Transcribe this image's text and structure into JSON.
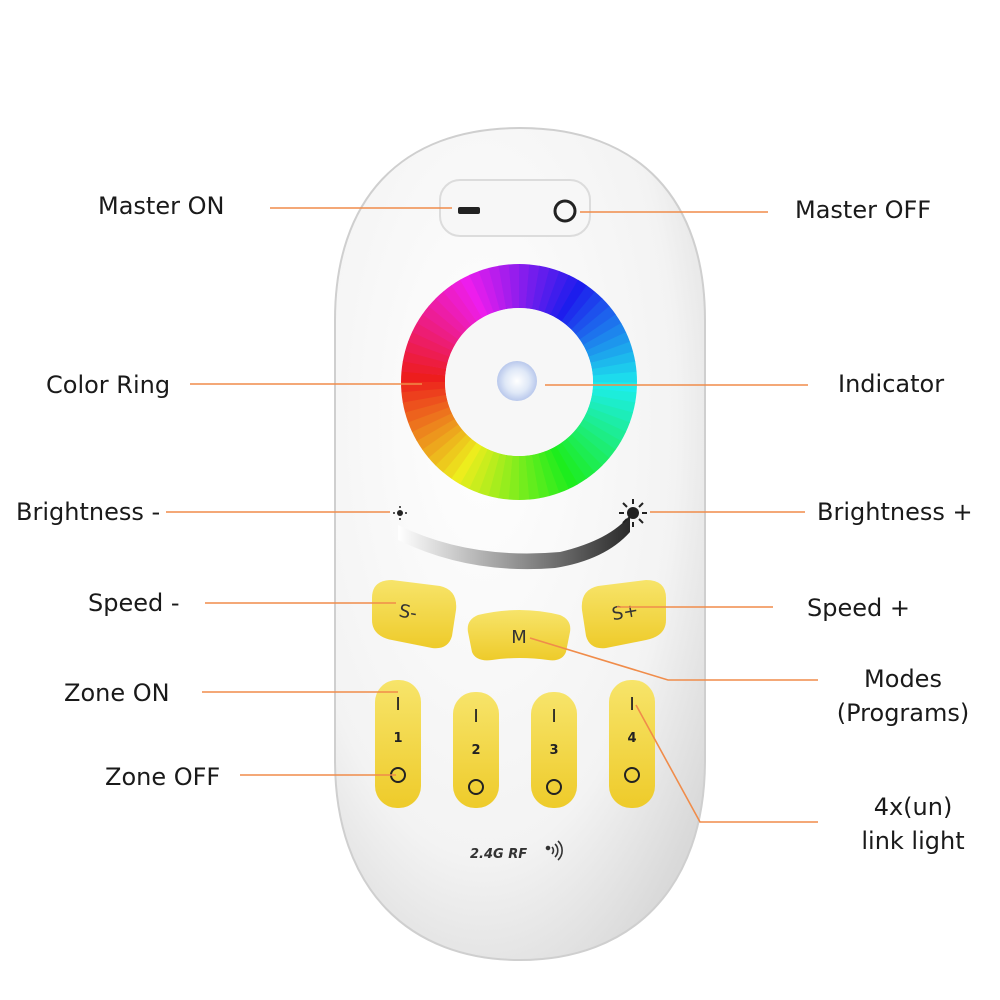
{
  "colors": {
    "remote_body": "#f2f2f2",
    "button_yellow": "#f2d23a",
    "leader_line": "#f08c4a",
    "text": "#1a1a1a"
  },
  "labels": {
    "master_on": "Master ON",
    "master_off": "Master OFF",
    "color_ring": "Color Ring",
    "indicator": "Indicator",
    "brightness_minus": "Brightness -",
    "brightness_plus": "Brightness +",
    "speed_minus": "Speed -",
    "speed_plus": "Speed +",
    "zone_on": "Zone ON",
    "zone_off": "Zone OFF",
    "modes_line1": "Modes",
    "modes_line2": "(Programs)",
    "link_line1": "4x(un)",
    "link_line2": "link light"
  },
  "remote": {
    "speed_minus_button": "S-",
    "speed_plus_button": "S+",
    "mode_button": "M",
    "zones": [
      {
        "number": "1",
        "on_glyph": "I",
        "off_glyph": "O"
      },
      {
        "number": "2",
        "on_glyph": "I",
        "off_glyph": "O"
      },
      {
        "number": "3",
        "on_glyph": "I",
        "off_glyph": "O"
      },
      {
        "number": "4",
        "on_glyph": "I",
        "off_glyph": "O"
      }
    ],
    "rf_mark": "2.4G RF",
    "icons": [
      "minus-icon",
      "circle-icon",
      "sun-small-icon",
      "sun-large-icon",
      "signal-icon"
    ]
  }
}
